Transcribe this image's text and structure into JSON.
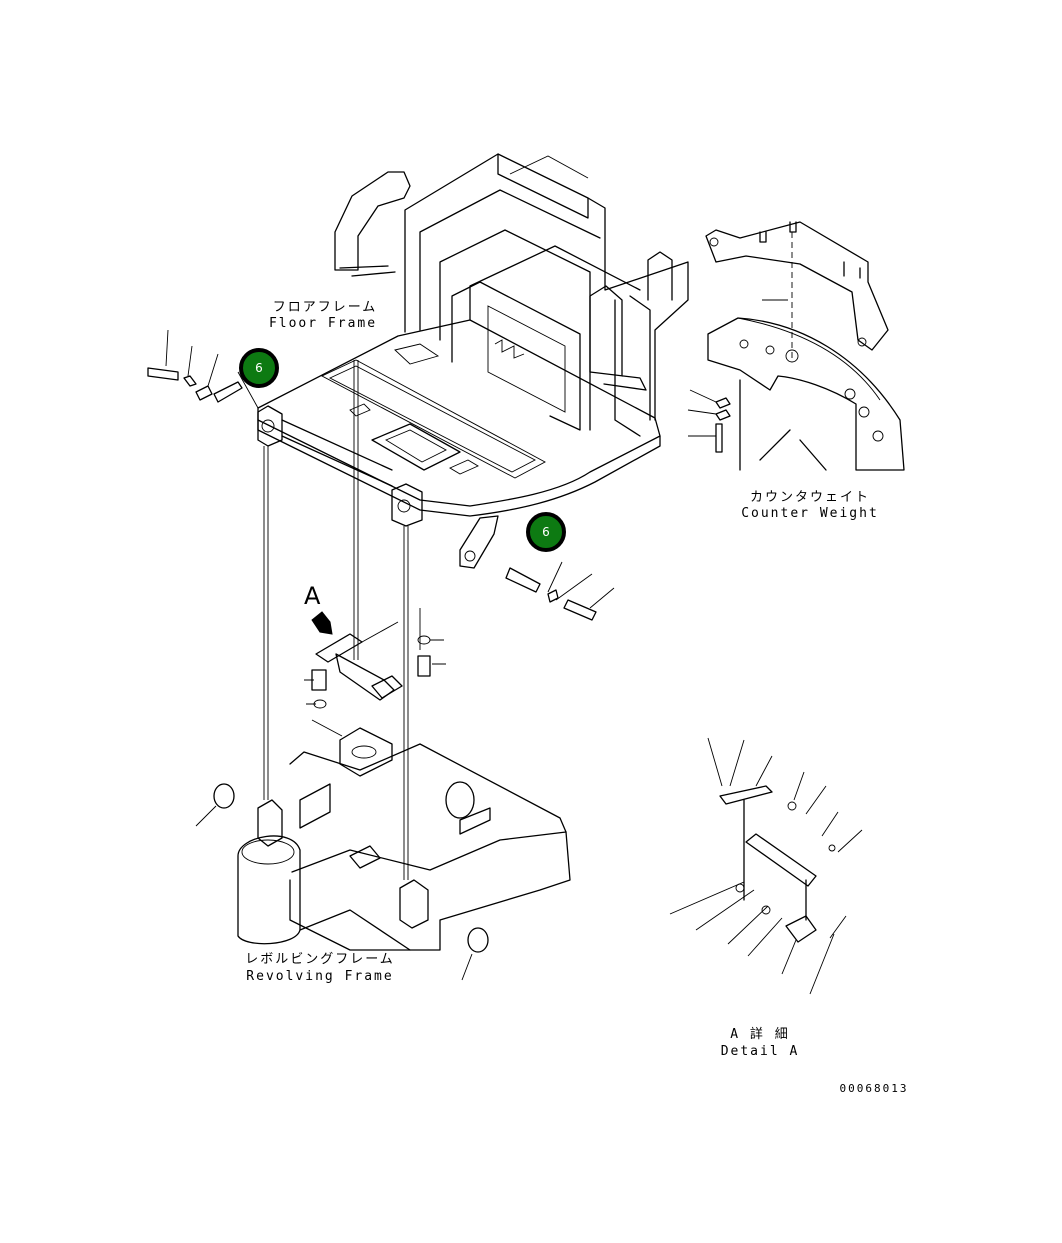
{
  "labels": {
    "floor_frame_jp": "フロアフレーム",
    "floor_frame_en": "Floor Frame",
    "counter_weight_jp": "カウンタウェイト",
    "counter_weight_en": "Counter Weight",
    "revolving_frame_jp": "レボルビングフレーム",
    "revolving_frame_en": "Revolving Frame",
    "detail_a_jp": "A 詳 細",
    "detail_a_en": "Detail A",
    "view_a": "A",
    "drawing_number": "00068013"
  },
  "callouts": [
    {
      "number": "6"
    },
    {
      "number": "6"
    }
  ],
  "colors": {
    "callout_fill": "#0d7a12",
    "line": "#000000",
    "background": "#ffffff"
  }
}
